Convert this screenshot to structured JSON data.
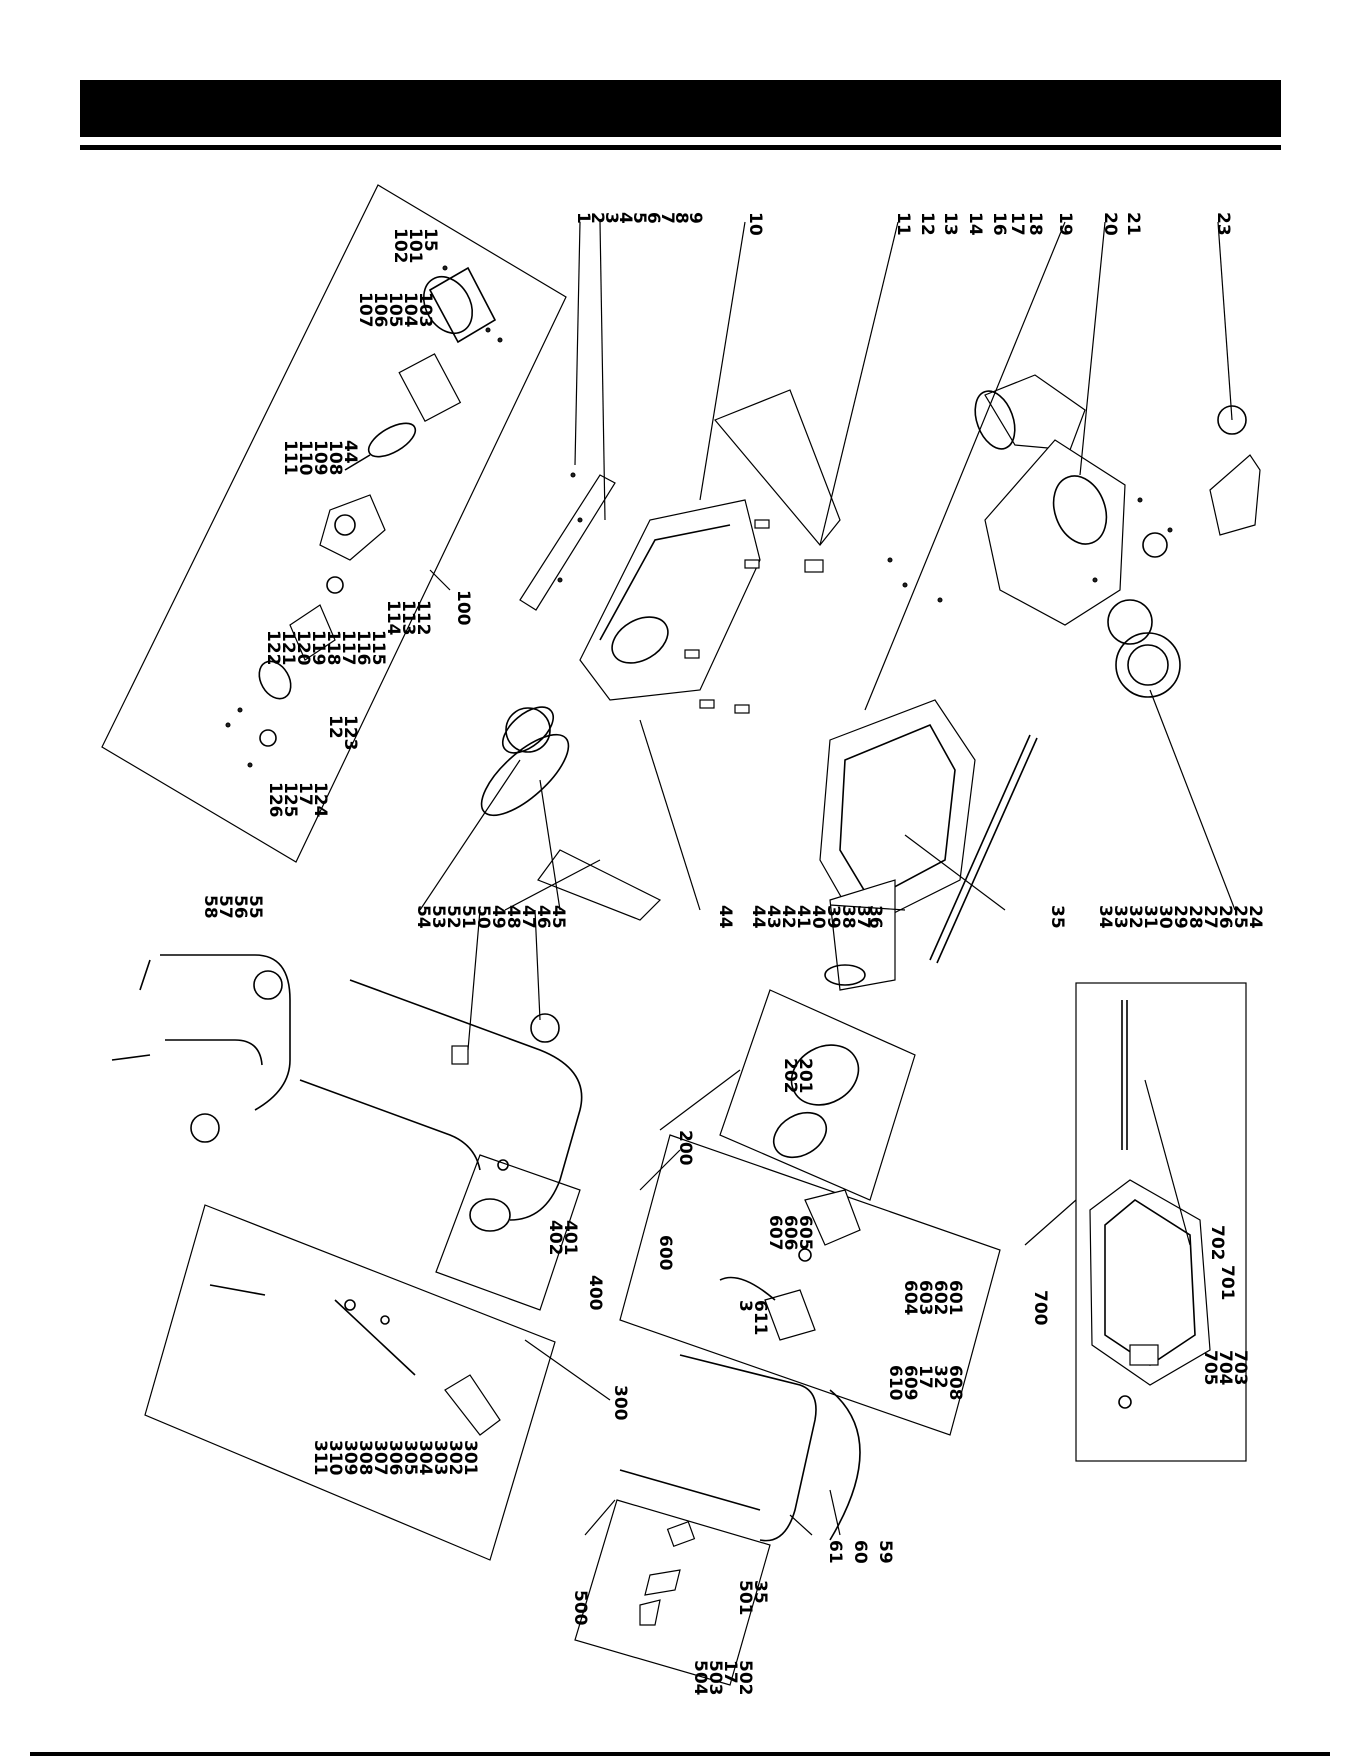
{
  "header": {
    "title": ""
  },
  "colors": {
    "ink": "#000000",
    "paper": "#ffffff"
  },
  "labels": {
    "main_top": [
      "1",
      "2",
      "3",
      "4",
      "5",
      "6",
      "7",
      "8",
      "9",
      "10",
      "11",
      "12",
      "13",
      "14",
      "16",
      "17",
      "18",
      "19",
      "20",
      "21",
      "23"
    ],
    "main_bottom": [
      "24",
      "25",
      "26",
      "27",
      "28",
      "29",
      "30",
      "31",
      "32",
      "33",
      "34",
      "35",
      "36",
      "37",
      "38",
      "39",
      "40",
      "41",
      "42",
      "43",
      "44",
      "44",
      "45",
      "46",
      "47",
      "48",
      "49",
      "50",
      "51",
      "52",
      "53",
      "54"
    ],
    "upper_handle": [
      "55",
      "56",
      "57",
      "58"
    ],
    "g100": [
      "15",
      "101",
      "102",
      "103",
      "104",
      "105",
      "106",
      "107",
      "44",
      "108",
      "109",
      "110",
      "111",
      "112",
      "113",
      "114",
      "115",
      "116",
      "117",
      "118",
      "119",
      "120",
      "121",
      "122",
      "123",
      "12",
      "124",
      "17",
      "125",
      "126",
      "100"
    ],
    "g200": [
      "201",
      "202",
      "200"
    ],
    "g300": [
      "301",
      "302",
      "303",
      "304",
      "305",
      "306",
      "307",
      "308",
      "309",
      "310",
      "311",
      "300"
    ],
    "g400": [
      "401",
      "402",
      "400"
    ],
    "g500": [
      "35",
      "501",
      "502",
      "17",
      "503",
      "504",
      "500"
    ],
    "g600": [
      "605",
      "606",
      "607",
      "601",
      "602",
      "603",
      "604",
      "608",
      "32",
      "17",
      "609",
      "610",
      "611",
      "3",
      "600"
    ],
    "g700": [
      "701",
      "702",
      "703",
      "704",
      "705",
      "700"
    ],
    "lower_handle": [
      "59",
      "60",
      "61"
    ]
  }
}
